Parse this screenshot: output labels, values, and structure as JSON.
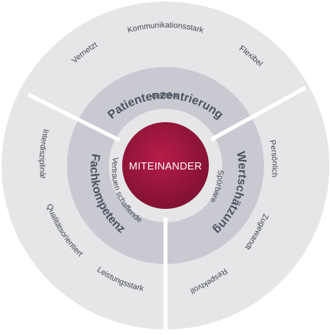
{
  "center": {
    "label": "MITEINANDER"
  },
  "inner_segments": [
    {
      "pre": "Gelebte",
      "main": "Patientenzentrierung"
    },
    {
      "pre": "Spürbare",
      "main": "Wertschätzung"
    },
    {
      "pre": "Vertrauen schaffende",
      "main": "Fachkompetenz"
    }
  ],
  "outer_words": {
    "top": [
      "Vernetzt",
      "Kommunikationsstark",
      "Flexibel"
    ],
    "right": [
      "Persönlich",
      "Zugewandt",
      "Respektvoll"
    ],
    "left": [
      "Interdisziplinär",
      "Qualitätsorientiert",
      "Leistungsstark"
    ]
  },
  "colors": {
    "outer_ring": "#e6e6e9",
    "middle_ring": "#c9cad1",
    "inner_disc": "#e6e6e9",
    "center": "#a8173f",
    "center_dark": "#7c1030",
    "divider": "#ffffff",
    "text": "#3f4651",
    "bold_text": "#4a5260"
  }
}
